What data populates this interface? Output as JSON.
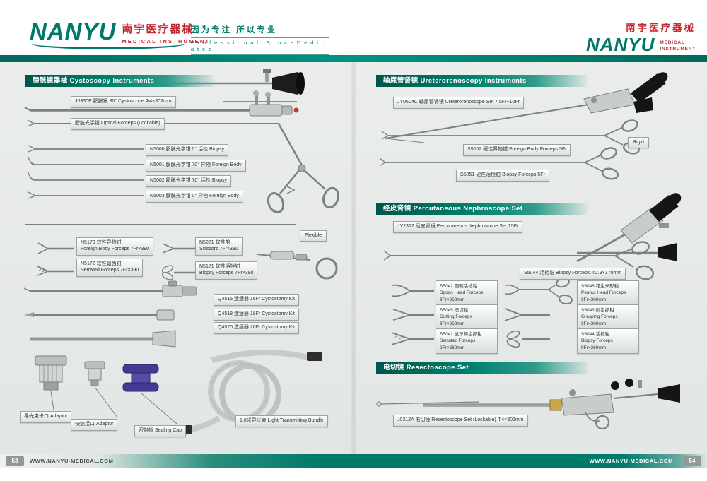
{
  "colors": {
    "brand_teal": "#00786a",
    "brand_red": "#c4272e",
    "page_bg": "#e8ebe9",
    "footer_teal": "#007a6b"
  },
  "header": {
    "brand": "NANYU",
    "brand_cn": "南宇医疗器械",
    "brand_sub": "MEDICAL  INSTRUMENT",
    "tagline_cn": "因为专注 所以专业",
    "tagline_en": "P r o f e s s i o n a l ,  S i n c e  D e d i c a t e d",
    "right": {
      "cn": "南宇医疗器械",
      "brand": "NANYU",
      "sub1": "MEDICAL",
      "sub2": "INSTRUMENT"
    }
  },
  "sections": {
    "cystoscopy": "膀胱镜器械  Cystoscopy Instruments",
    "uretero": "输尿管肾镜 Ureterorenoscopy Instruments",
    "nephro": "经皮肾镜 Percutaneous Nephroscope Set",
    "resect": "电切镜  Resectoscope Set"
  },
  "left_page": {
    "cystoscope_label": "J0330E 膀胱镜 30°  Cystoscope  Φ4×302mm",
    "optical_forceps_label": "膀胱光学钳 Optical Forceps (Lockable)",
    "optical_items": [
      "N5000 膀胱光学钳  0°  活检 Biopsy",
      "N5001 膀胱光学钳 70°  异物 Foreign Body",
      "N5002 膀胱光学钳 70°  活检 Biopsy",
      "N5003 膀胱光学钳  0°  异物 Foreign Body"
    ],
    "flexible_tag": "Flexible",
    "flexible_items": [
      {
        "l1": "N5173 软性异物钳",
        "l2": "Foreign Body Forceps 7Fr×390"
      },
      {
        "l1": "N5271 软性剪",
        "l2": "Scissors 7Fr×390"
      },
      {
        "l1": "N5172 软性锯齿钳",
        "l2": "Serrated Forceps 7Fr×390"
      },
      {
        "l1": "N5171 软性活检钳",
        "l2": "Biopsy Forceps 7Fr×390"
      }
    ],
    "cystostomy_items": [
      "Q4516 造瘘器 16Fr Cystostomy Kit",
      "Q4518 造瘘器 18Fr Cystostomy Kit",
      "Q4520 造瘘器 20Fr Cystostomy Kit"
    ],
    "accessories": [
      "导光束卡口 Adaptor",
      "快速接口 Adaptor",
      "密封帽 Sealing Cap"
    ],
    "light_bundle_label": "1.8米导光束  Light Transmitting Bundle"
  },
  "right_page": {
    "uretero_label": "JY0604C 输尿管肾镜 Ureterorenoscope Set 7.5Fr~10Fr",
    "rigid_tag": "Rigid",
    "rigid_items": [
      "S5052 硬性异物钳 Foreign Body Forceps 5Fr",
      "S5051 硬性活检钳 Biopsy Forceps 5Fr"
    ],
    "nephro_label": "JY2312 经皮肾镜 Percutaneous Nephroscope Set 15Fr",
    "nephro_forceps_label": "S5044 活检钳 Biopsy Forceps  Φ2.9×370mm",
    "nephro_grid": [
      {
        "l1": "S5042 圆碗活检钳",
        "l2": "Spoon Head Forceps",
        "l3": "9Fr×360mm"
      },
      {
        "l1": "S5046 花生米形钳",
        "l2": "Peanut Head Forceps",
        "l3": "9Fr×360mm"
      },
      {
        "l1": "S5045 绞切钳",
        "l2": "Cutting Forceps",
        "l3": "9Fr×360mm"
      },
      {
        "l1": "S5043 倒齿抓钳",
        "l2": "Grasping Forceps",
        "l3": "9Fr×360mm"
      },
      {
        "l1": "S5041 鼠牙鳄齿抓钳",
        "l2": "Serrated Forceps",
        "l3": "9Fr×360mm"
      },
      {
        "l1": "S5044 活检钳",
        "l2": "Biopsy Forceps",
        "l3": "9Fr×360mm"
      }
    ],
    "resect_label": "J0312A 电切镜 Resectoscope Set (Lockable)  Φ4×302mm"
  },
  "footer": {
    "page_left": "53",
    "page_right": "54",
    "url": "WWW.NANYU-MEDICAL.COM"
  },
  "illustrations": [
    "cystoscope-with-sheath",
    "optical-forceps-handle",
    "optical-forceps-shafts",
    "flexible-forceps-set",
    "cystostomy-kits",
    "adaptors-and-cap",
    "light-bundle-coil",
    "ureterorenoscope",
    "rigid-forceps-pair",
    "nephroscope",
    "nephro-biopsy-forceps",
    "forceps-tips-grid",
    "resectoscope"
  ]
}
